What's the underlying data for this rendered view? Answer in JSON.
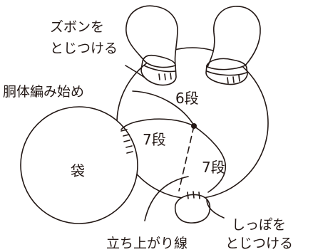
{
  "labels": {
    "pants_line1": "ズボンを",
    "pants_line2": "とじつける",
    "body_start": "胴体編み始め",
    "rows_6": "6段",
    "rows_7_left": "7段",
    "rows_7_right": "7段",
    "bag": "袋",
    "tail_line1": "しっぽを",
    "tail_line2": "とじつける",
    "rise_line": "立ち上がり線"
  }
}
